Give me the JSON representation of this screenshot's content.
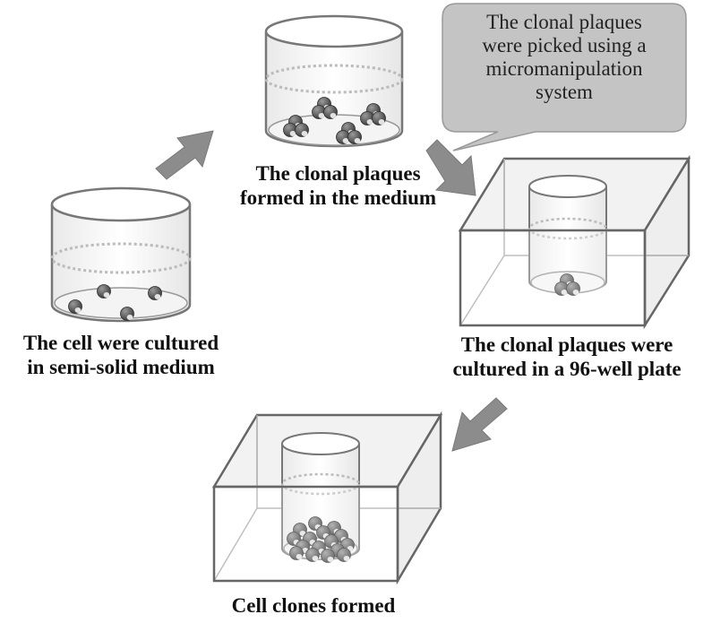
{
  "labels": {
    "step1_line1": "The cell were cultured",
    "step1_line2": "in semi-solid medium",
    "step2_line1": "The clonal plaques",
    "step2_line2": "formed in the medium",
    "step3_line1": "The clonal plaques were",
    "step3_line2": "cultured in a 96-well plate",
    "step4": "Cell clones formed"
  },
  "callout": {
    "line1": "The clonal plaques",
    "line2": "were picked using a",
    "line3": "micromanipulation",
    "line4": "system"
  },
  "colors": {
    "arrow": "#8c8c8c",
    "callout_fill": "#c4c4c4",
    "outline": "#6e6e6e",
    "cell": "#555555",
    "cell_highlight": "#dddddd"
  }
}
